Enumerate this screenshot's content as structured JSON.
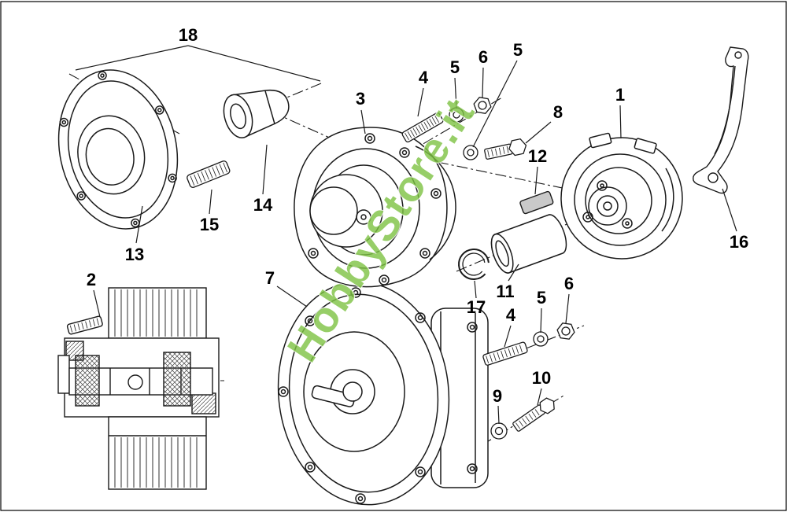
{
  "diagram": {
    "watermark": {
      "text": "HobbyStore.it",
      "color": "#7dc242"
    },
    "callouts": [
      {
        "n": "18"
      },
      {
        "n": "13"
      },
      {
        "n": "15"
      },
      {
        "n": "14"
      },
      {
        "n": "3"
      },
      {
        "n": "4"
      },
      {
        "n": "5"
      },
      {
        "n": "6"
      },
      {
        "n": "5"
      },
      {
        "n": "8"
      },
      {
        "n": "12"
      },
      {
        "n": "1"
      },
      {
        "n": "16"
      },
      {
        "n": "17"
      },
      {
        "n": "11"
      },
      {
        "n": "7"
      },
      {
        "n": "2"
      },
      {
        "n": "4"
      },
      {
        "n": "5"
      },
      {
        "n": "6"
      },
      {
        "n": "9"
      },
      {
        "n": "10"
      }
    ]
  }
}
